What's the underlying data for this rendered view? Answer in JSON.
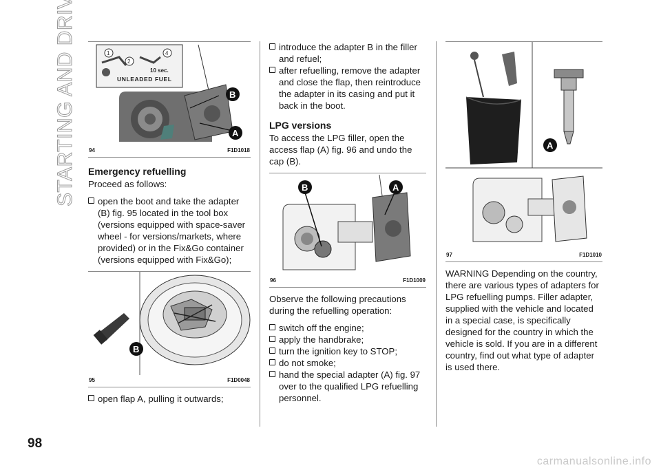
{
  "page": {
    "side_title": "STARTING AND DRIVING",
    "page_number": "98",
    "watermark": "carmanualsonline.info"
  },
  "col1": {
    "fig94": {
      "number": "94",
      "code": "F1D1018",
      "label_text": "UNLEADED FUEL",
      "timer_text": "10 sec.",
      "callouts": [
        "B",
        "A"
      ]
    },
    "heading": "Emergency refuelling",
    "intro": "Proceed as follows:",
    "bullet1": "open the boot and take the adapter (B) fig. 95 located in the tool box (versions equipped with space-saver wheel - for versions/markets, where provided) or in the Fix&Go container (versions equipped with Fix&Go);",
    "fig95": {
      "number": "95",
      "code": "F1D0048",
      "callout": "B"
    },
    "bullet2": "open flap A, pulling it outwards;"
  },
  "col2": {
    "bullet1": "introduce the adapter B in the filler and refuel;",
    "bullet2": "after refuelling, remove the adapter and close the flap, then reintroduce the adapter in its casing and put it back in the boot.",
    "heading": "LPG versions",
    "para": "To access the LPG filler, open the access flap (A) fig. 96 and undo the cap (B).",
    "fig96": {
      "number": "96",
      "code": "F1D1009",
      "callouts": [
        "B",
        "A"
      ]
    },
    "para2": "Observe the following precautions during the refuelling operation:",
    "bullets": [
      "switch off the engine;",
      "apply the handbrake;",
      "turn the ignition key to STOP;",
      "do not smoke;",
      "hand the special adapter (A) fig. 97 over to the qualified LPG refuelling personnel."
    ]
  },
  "col3": {
    "fig97": {
      "number": "97",
      "code": "F1D1010",
      "callout": "A"
    },
    "warning": "WARNING Depending on the country, there are various types of adapters for LPG refuelling pumps. Filler adapter, supplied with the vehicle and located in a special case, is specifically designed for the country in which the vehicle is sold. If you are in a different country, find out what type of adapter is used there."
  }
}
